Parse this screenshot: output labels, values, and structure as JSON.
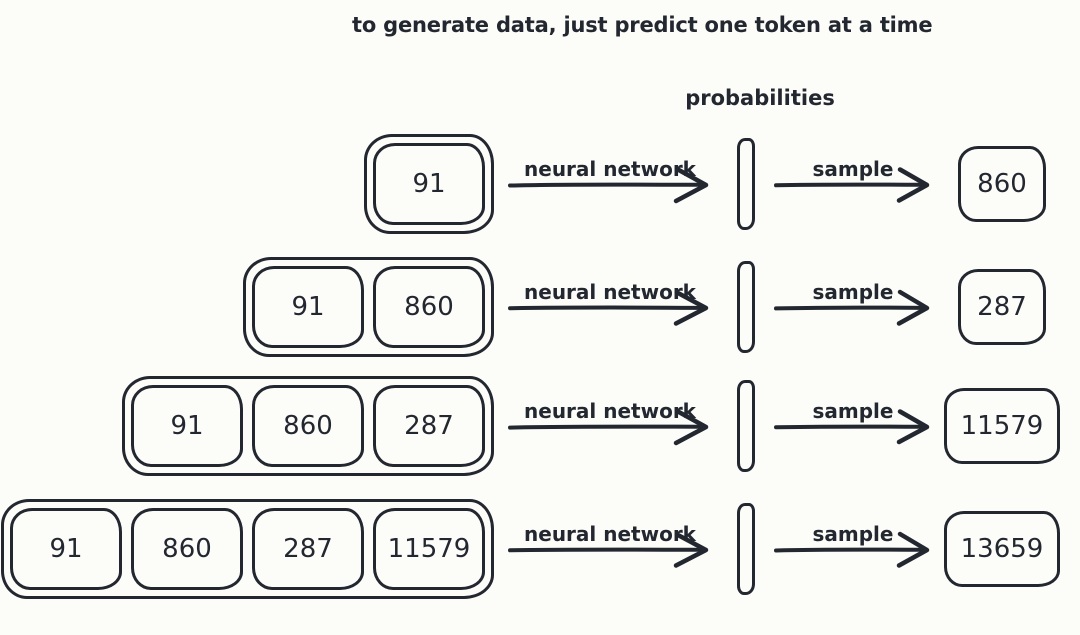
{
  "title": "to generate data, just predict one token at a time",
  "probabilities_label": "probabilities",
  "colors": {
    "ink": "#23272f",
    "background": "#fcfcf9"
  },
  "rows": [
    {
      "context": [
        "91"
      ],
      "nn_label": "neural network",
      "sample_label": "sample",
      "output": "860"
    },
    {
      "context": [
        "91",
        "860"
      ],
      "nn_label": "neural network",
      "sample_label": "sample",
      "output": "287"
    },
    {
      "context": [
        "91",
        "860",
        "287"
      ],
      "nn_label": "neural network",
      "sample_label": "sample",
      "output": "11579"
    },
    {
      "context": [
        "91",
        "860",
        "287",
        "11579"
      ],
      "nn_label": "neural network",
      "sample_label": "sample",
      "output": "13659"
    }
  ]
}
